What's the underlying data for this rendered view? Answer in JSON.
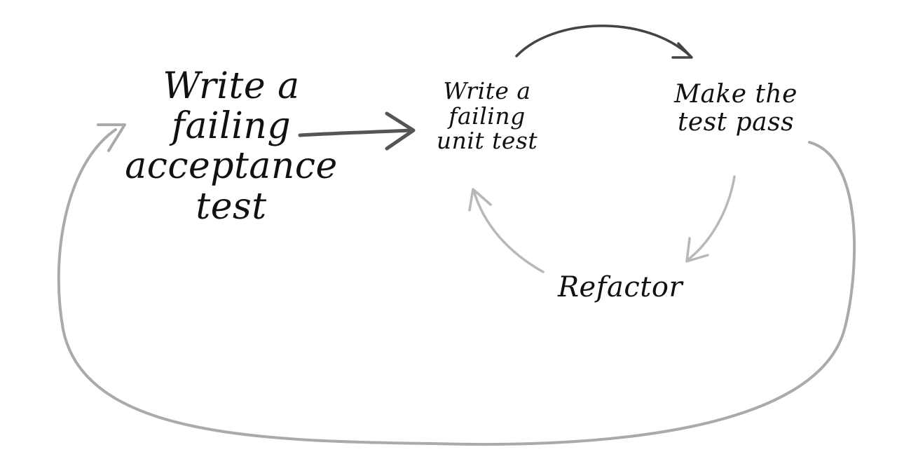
{
  "diagram": {
    "nodes": {
      "acceptance": {
        "lines": [
          "Write a",
          "failing",
          "acceptance",
          "test"
        ]
      },
      "unit": {
        "lines": [
          "Write a",
          "failing",
          "unit test"
        ]
      },
      "pass": {
        "lines": [
          "Make the",
          "test pass"
        ]
      },
      "refactor": {
        "lines": [
          "Refactor"
        ]
      }
    },
    "edges": [
      {
        "from": "acceptance",
        "to": "unit",
        "color": "#555555"
      },
      {
        "from": "unit",
        "to": "pass",
        "color": "#444444"
      },
      {
        "from": "pass",
        "to": "refactor",
        "color": "#b8b8b8"
      },
      {
        "from": "refactor",
        "to": "unit",
        "color": "#b8b8b8"
      },
      {
        "from": "pass",
        "to": "acceptance",
        "color": "#aaaaaa"
      }
    ],
    "colors": {
      "background": "#ffffff",
      "ink": "#111111"
    }
  }
}
